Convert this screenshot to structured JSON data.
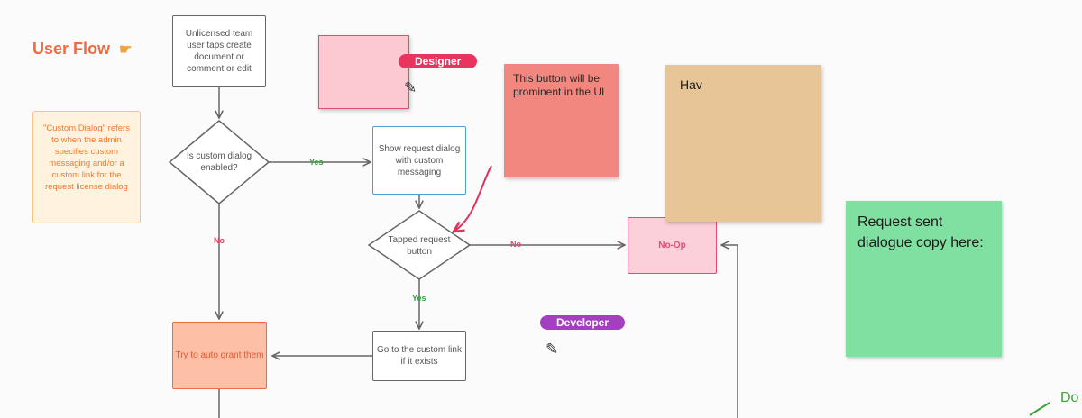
{
  "title": "User Flow",
  "icons": {
    "pointer": "pointing-hand-icon",
    "pencil": "pencil-icon"
  },
  "note": "\"Custom Dialog\" refers to when the admin specifies custom messaging and/or a custom link for the request license dialog",
  "nodes": {
    "start": "Unlicensed team user taps create document or comment or edit",
    "custom_dialog": "Is custom dialog enabled?",
    "show_request": "Show request dialog with custom messaging",
    "tapped_request": "Tapped request button",
    "no_op": "No-Op",
    "auto_grant": "Try to auto grant them",
    "custom_link": "Go to the custom link if it exists"
  },
  "edge_labels": {
    "yes1": "Yes",
    "no1": "No",
    "yes2": "Yes",
    "no2": "No"
  },
  "tags": {
    "designer": "Designer",
    "developer": "Developer"
  },
  "stickies": {
    "red": "This button will be prominent in the UI",
    "tan": "Hav",
    "green": "Request sent dialogue copy here:"
  },
  "cropped_text": "Do",
  "colors": {
    "accent": "#ef6b45",
    "designer": "#e8345f",
    "developer": "#a240c0",
    "yes": "#3aa33a",
    "no": "#e2456a"
  }
}
